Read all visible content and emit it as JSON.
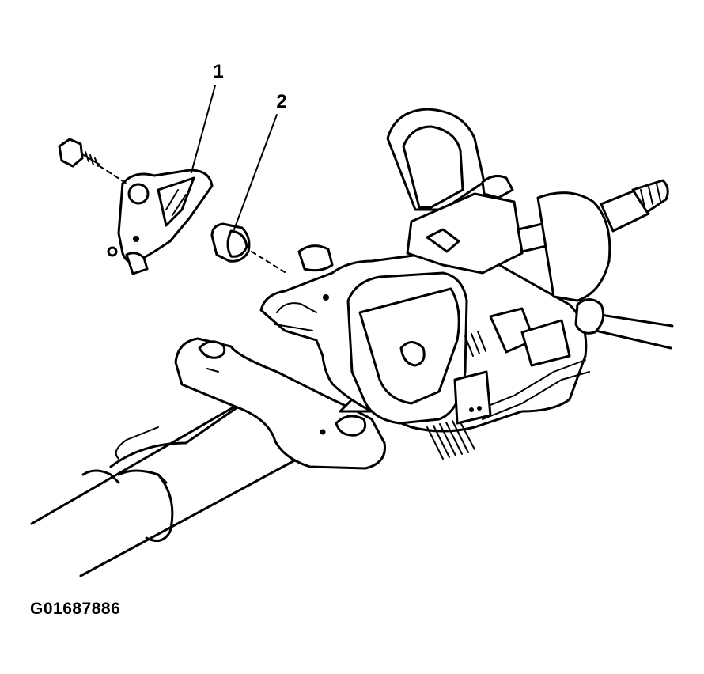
{
  "diagram": {
    "callouts": [
      {
        "id": "1",
        "label": "1"
      },
      {
        "id": "2",
        "label": "2"
      }
    ],
    "figure_id": "G01687886"
  }
}
